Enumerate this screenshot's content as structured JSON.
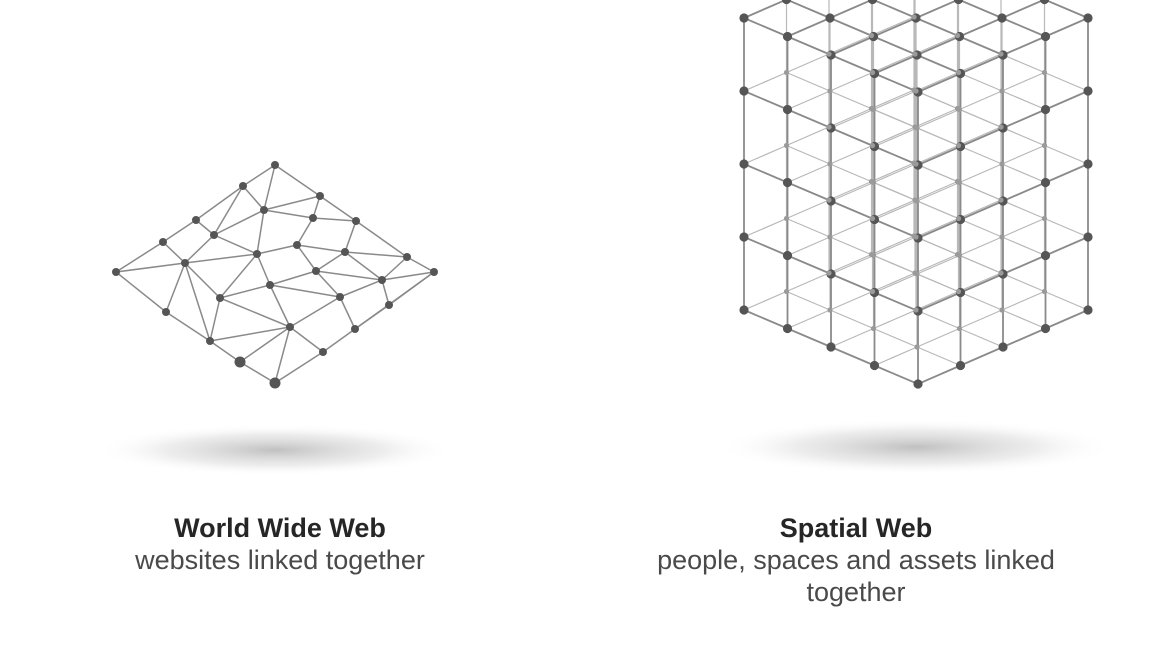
{
  "left_panel": {
    "title": "World Wide Web",
    "subtitle": "websites linked together",
    "icon": "flat-mesh-network-icon"
  },
  "right_panel": {
    "title": "Spatial Web",
    "subtitle": "people, spaces and assets linked together",
    "icon": "3d-lattice-cube-icon"
  },
  "colors": {
    "node": "#555555",
    "edge": "#8a8a8a",
    "inner_edge": "#b8b8b8",
    "shadow": "#bdbdbd",
    "title_text": "#262626",
    "subtitle_text": "#4a4a4a"
  }
}
